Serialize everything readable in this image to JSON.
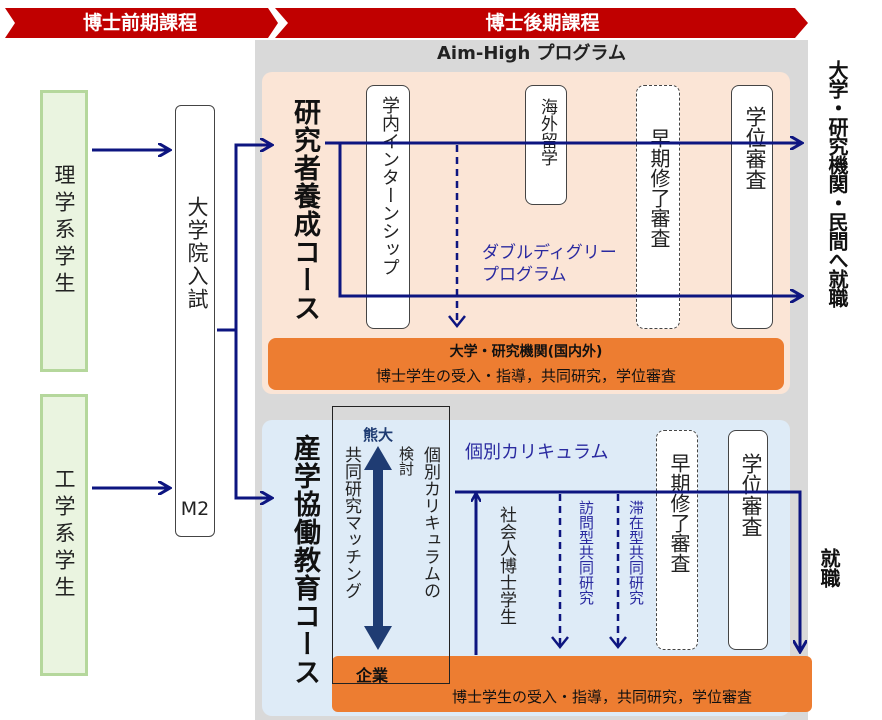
{
  "header": {
    "early_phase": "博士前期課程",
    "late_phase": "博士後期課程"
  },
  "program_title": "Aim-High プログラム",
  "left": {
    "science_dept": "理学系学生",
    "engineering_dept": "工学系学生",
    "entrance_exam": "大学院入試",
    "m2_label": "M2"
  },
  "researcher_course": {
    "title": "研究者養成コース",
    "internship": "学内インターンシップ",
    "study_abroad": "海外留学",
    "early_completion": "早期修了審査",
    "degree_review": "学位審査",
    "double_degree_line1": "ダブルディグリー",
    "double_degree_line2": "プログラム",
    "partner_title": "大学・研究機関(国内外)",
    "partner_desc": "博士学生の受入・指導，共同研究，学位審査"
  },
  "industry_course": {
    "title": "産学協働教育コース",
    "kumadai": "熊大",
    "review": "検討",
    "matching": "共同研究マッチング",
    "individual_curriculum_vertical": "個別カリキュラムの",
    "individual_curriculum": "個別カリキュラム",
    "working_phd": "社会人博士学生",
    "visit_type": "訪問型共同研究",
    "stay_type": "滞在型共同研究",
    "early_completion": "早期修了審査",
    "degree_review": "学位審査",
    "company": "企業",
    "partner_desc": "博士学生の受入・指導，共同研究，学位審査"
  },
  "outcomes": {
    "academic": "大学・研究機関・民間へ就職",
    "employment": "就職"
  },
  "colors": {
    "banner_red": "#c00000",
    "arrow_navy": "#0d1580",
    "orange": "#ed7d31",
    "peach": "#fbe5d6",
    "light_blue": "#deebf7",
    "green_border": "#b5d79c",
    "gray_panel": "#d9d9d9"
  }
}
